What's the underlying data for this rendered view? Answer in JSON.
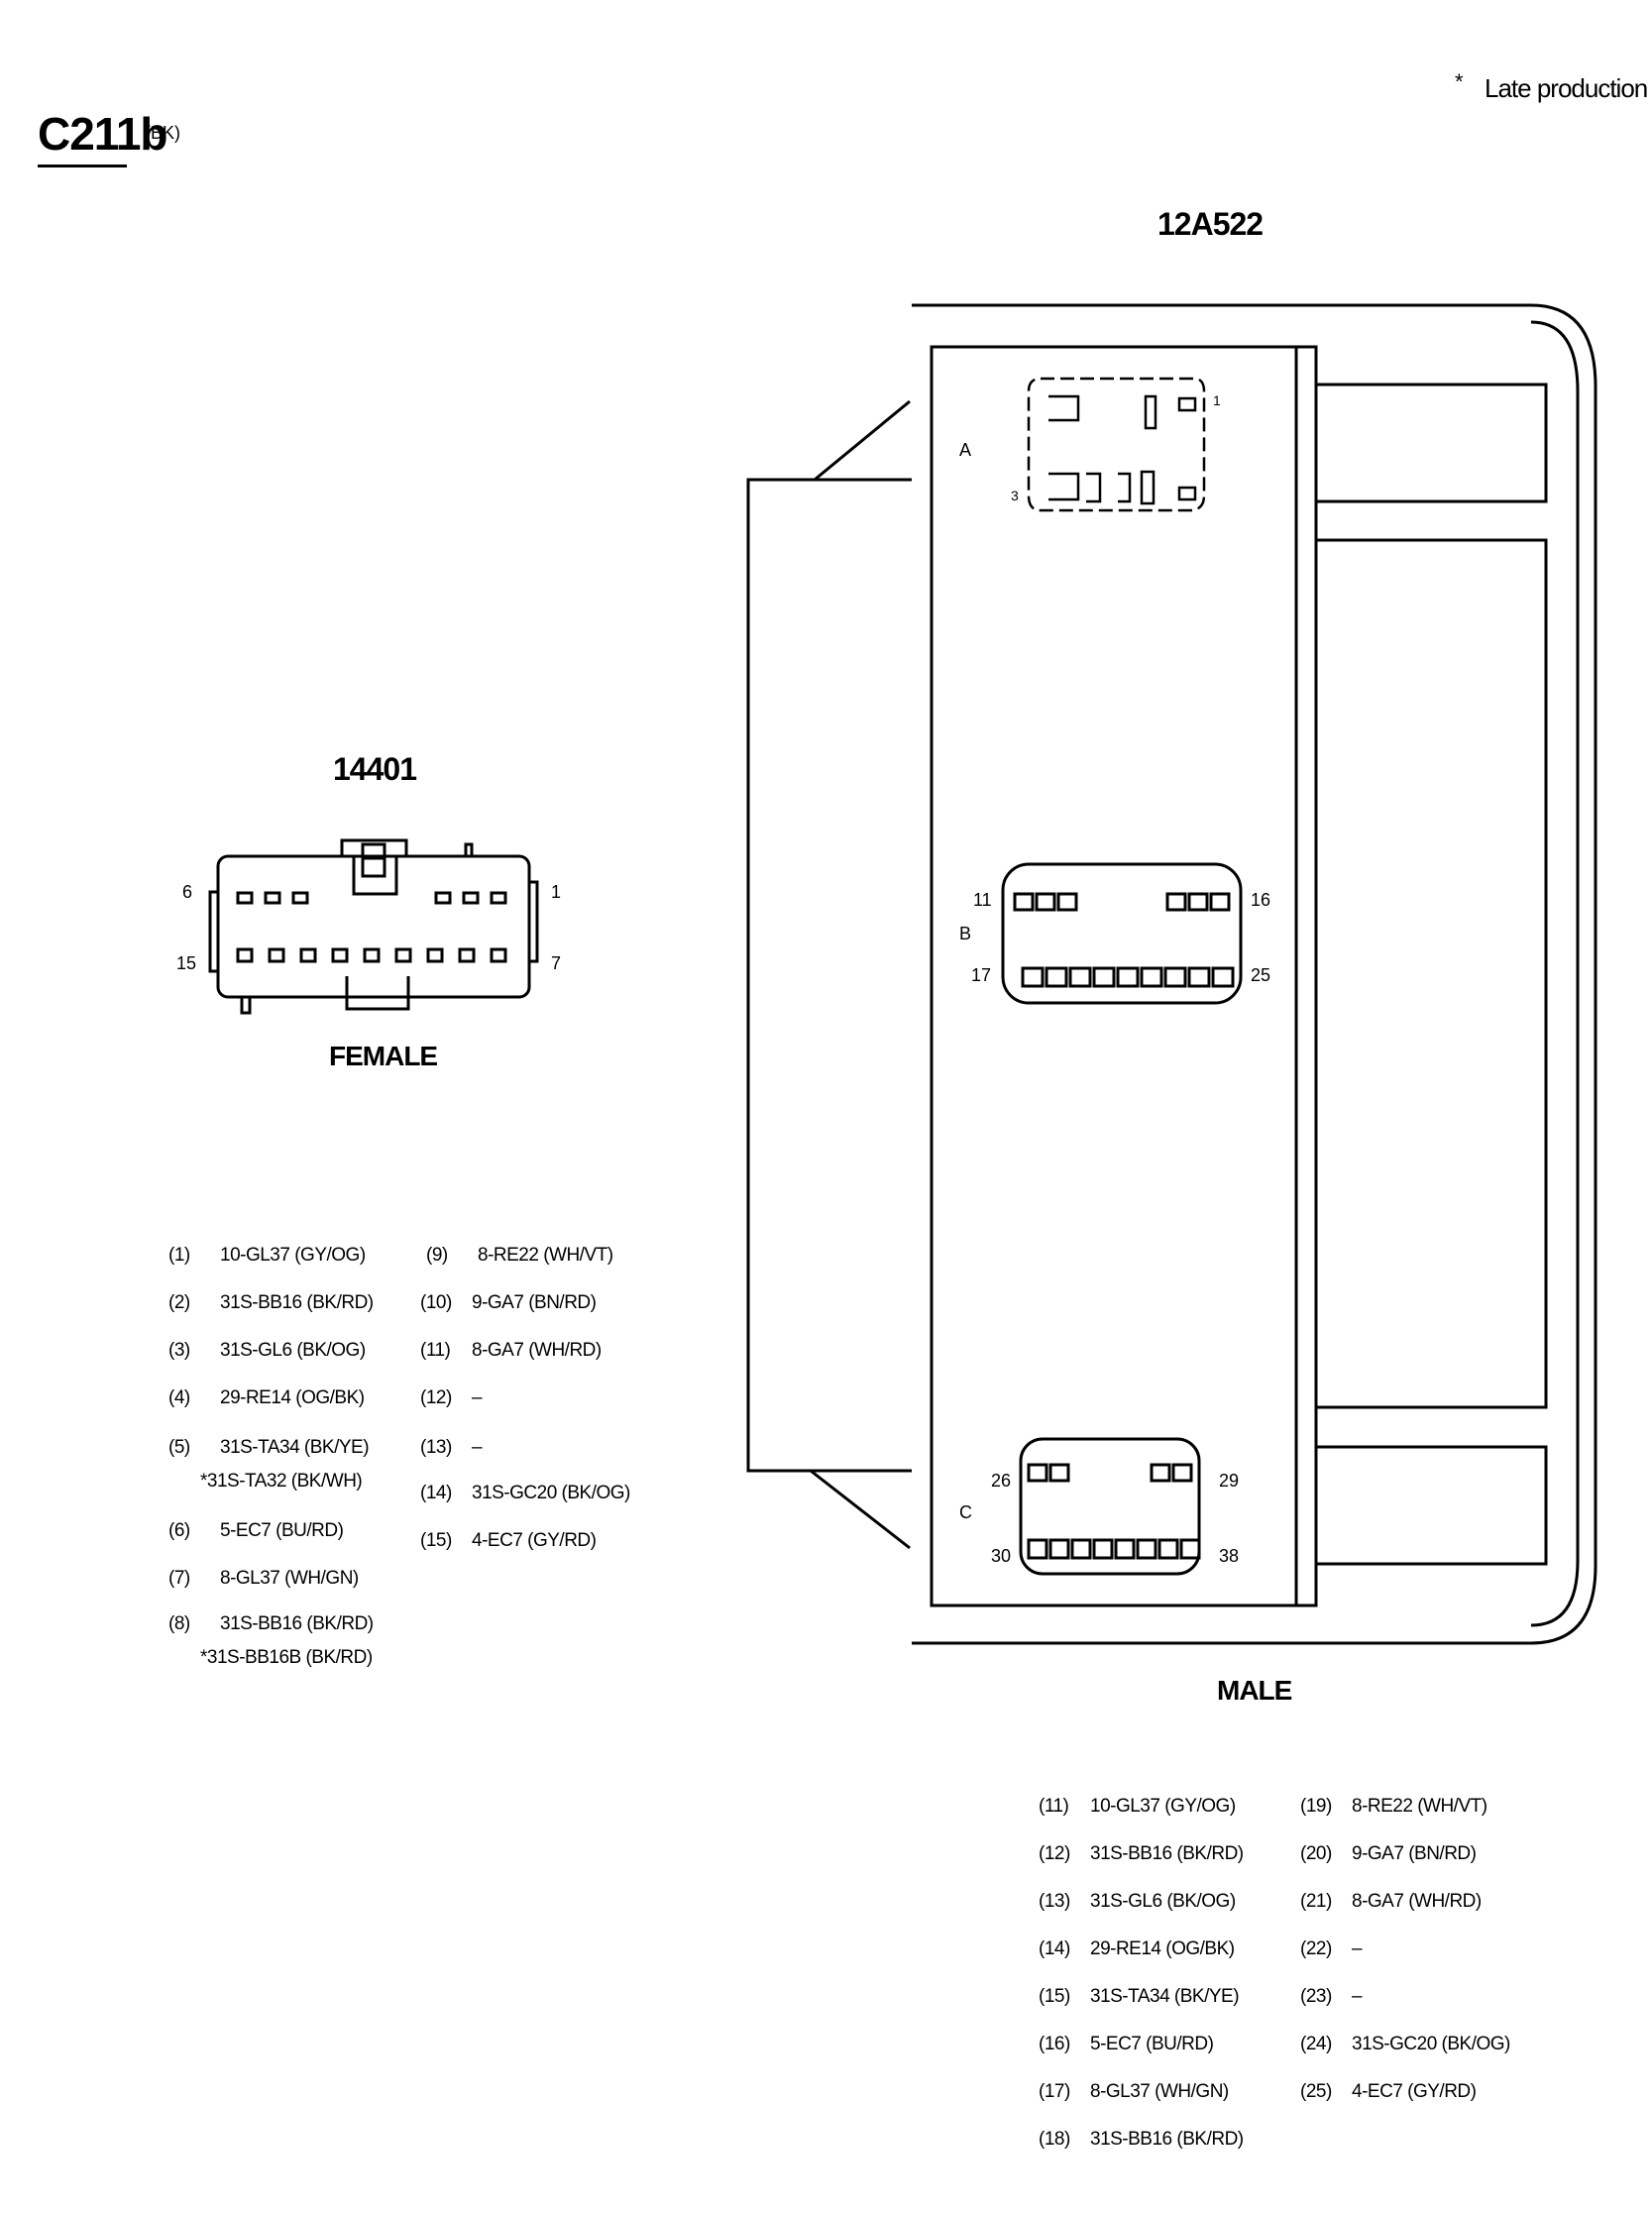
{
  "header": {
    "connector_id": "C211b",
    "connector_color": "(BK)",
    "note_marker": "*",
    "note_text": "Late production"
  },
  "female_connector": {
    "part_number": "14401",
    "gender": "FEMALE",
    "pin_labels": {
      "top_left": "6",
      "top_right": "1",
      "bottom_left": "15",
      "bottom_right": "7"
    },
    "pins": [
      {
        "num": "(1)",
        "circuit": "10-GL37 (GY/OG)"
      },
      {
        "num": "(2)",
        "circuit": "31S-BB16 (BK/RD)"
      },
      {
        "num": "(3)",
        "circuit": "31S-GL6 (BK/OG)"
      },
      {
        "num": "(4)",
        "circuit": "29-RE14 (OG/BK)"
      },
      {
        "num": "(5)",
        "circuit": "31S-TA34 (BK/YE)",
        "alt": "*31S-TA32 (BK/WH)"
      },
      {
        "num": "(6)",
        "circuit": "5-EC7 (BU/RD)"
      },
      {
        "num": "(7)",
        "circuit": "8-GL37 (WH/GN)"
      },
      {
        "num": "(8)",
        "circuit": "31S-BB16 (BK/RD)",
        "alt": "*31S-BB16B (BK/RD)"
      },
      {
        "num": "(9)",
        "circuit": "8-RE22 (WH/VT)"
      },
      {
        "num": "(10)",
        "circuit": "9-GA7 (BN/RD)"
      },
      {
        "num": "(11)",
        "circuit": "8-GA7 (WH/RD)"
      },
      {
        "num": "(12)",
        "circuit": "–"
      },
      {
        "num": "(13)",
        "circuit": "–"
      },
      {
        "num": "(14)",
        "circuit": "31S-GC20 (BK/OG)"
      },
      {
        "num": "(15)",
        "circuit": "4-EC7 (GY/RD)"
      }
    ]
  },
  "male_connector": {
    "part_number": "12A522",
    "gender": "MALE",
    "section_labels": {
      "a": "A",
      "b": "B",
      "c": "C"
    },
    "pin_labels": {
      "a_top": "1",
      "a_bottom": "3",
      "b_top_left": "11",
      "b_top_right": "16",
      "b_bottom_left": "17",
      "b_bottom_right": "25",
      "c_top_left": "26",
      "c_top_right": "29",
      "c_bottom_left": "30",
      "c_bottom_right": "38"
    },
    "pins": [
      {
        "num": "(11)",
        "circuit": "10-GL37 (GY/OG)"
      },
      {
        "num": "(12)",
        "circuit": "31S-BB16 (BK/RD)"
      },
      {
        "num": "(13)",
        "circuit": "31S-GL6 (BK/OG)"
      },
      {
        "num": "(14)",
        "circuit": "29-RE14 (OG/BK)"
      },
      {
        "num": "(15)",
        "circuit": "31S-TA34 (BK/YE)"
      },
      {
        "num": "(16)",
        "circuit": "5-EC7 (BU/RD)"
      },
      {
        "num": "(17)",
        "circuit": "8-GL37 (WH/GN)"
      },
      {
        "num": "(18)",
        "circuit": "31S-BB16 (BK/RD)"
      },
      {
        "num": "(19)",
        "circuit": "8-RE22 (WH/VT)"
      },
      {
        "num": "(20)",
        "circuit": "9-GA7 (BN/RD)"
      },
      {
        "num": "(21)",
        "circuit": "8-GA7 (WH/RD)"
      },
      {
        "num": "(22)",
        "circuit": "–"
      },
      {
        "num": "(23)",
        "circuit": "–"
      },
      {
        "num": "(24)",
        "circuit": "31S-GC20 (BK/OG)"
      },
      {
        "num": "(25)",
        "circuit": "4-EC7 (GY/RD)"
      }
    ]
  }
}
